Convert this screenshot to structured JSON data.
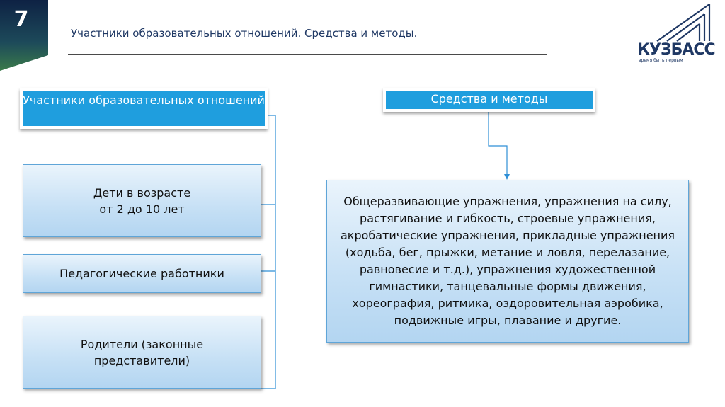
{
  "slide": {
    "number": "7"
  },
  "title": "Участники образовательных отношений. Средства и методы.",
  "logo": {
    "name": "КУЗБАСС",
    "tagline": "время быть первым"
  },
  "left": {
    "header": "Участники образовательных отношений",
    "items": [
      "Дети в возрасте\n от 2 до 10 лет",
      "Педагогические работники",
      "Родители (законные\nпредставители)"
    ]
  },
  "right": {
    "header": "Средства и методы",
    "body": "Общеразвивающие упражнения, упражнения на силу, растягивание и гибкость, строевые упражнения, акробатические упражнения, прикладные упражнения (ходьба, бег, прыжки, метание и ловля, перелазание, равновесие и т.д.), упражнения художественной гимнастики, танцевальные формы движения, хореография, ритмика, оздоровительная аэробика, подвижные игры, плавание и другие."
  },
  "colors": {
    "accent": "#1f9ede",
    "navy": "#1f3864",
    "box_fill": "#c6e0f5",
    "corner_green": "#2e6b4f"
  }
}
